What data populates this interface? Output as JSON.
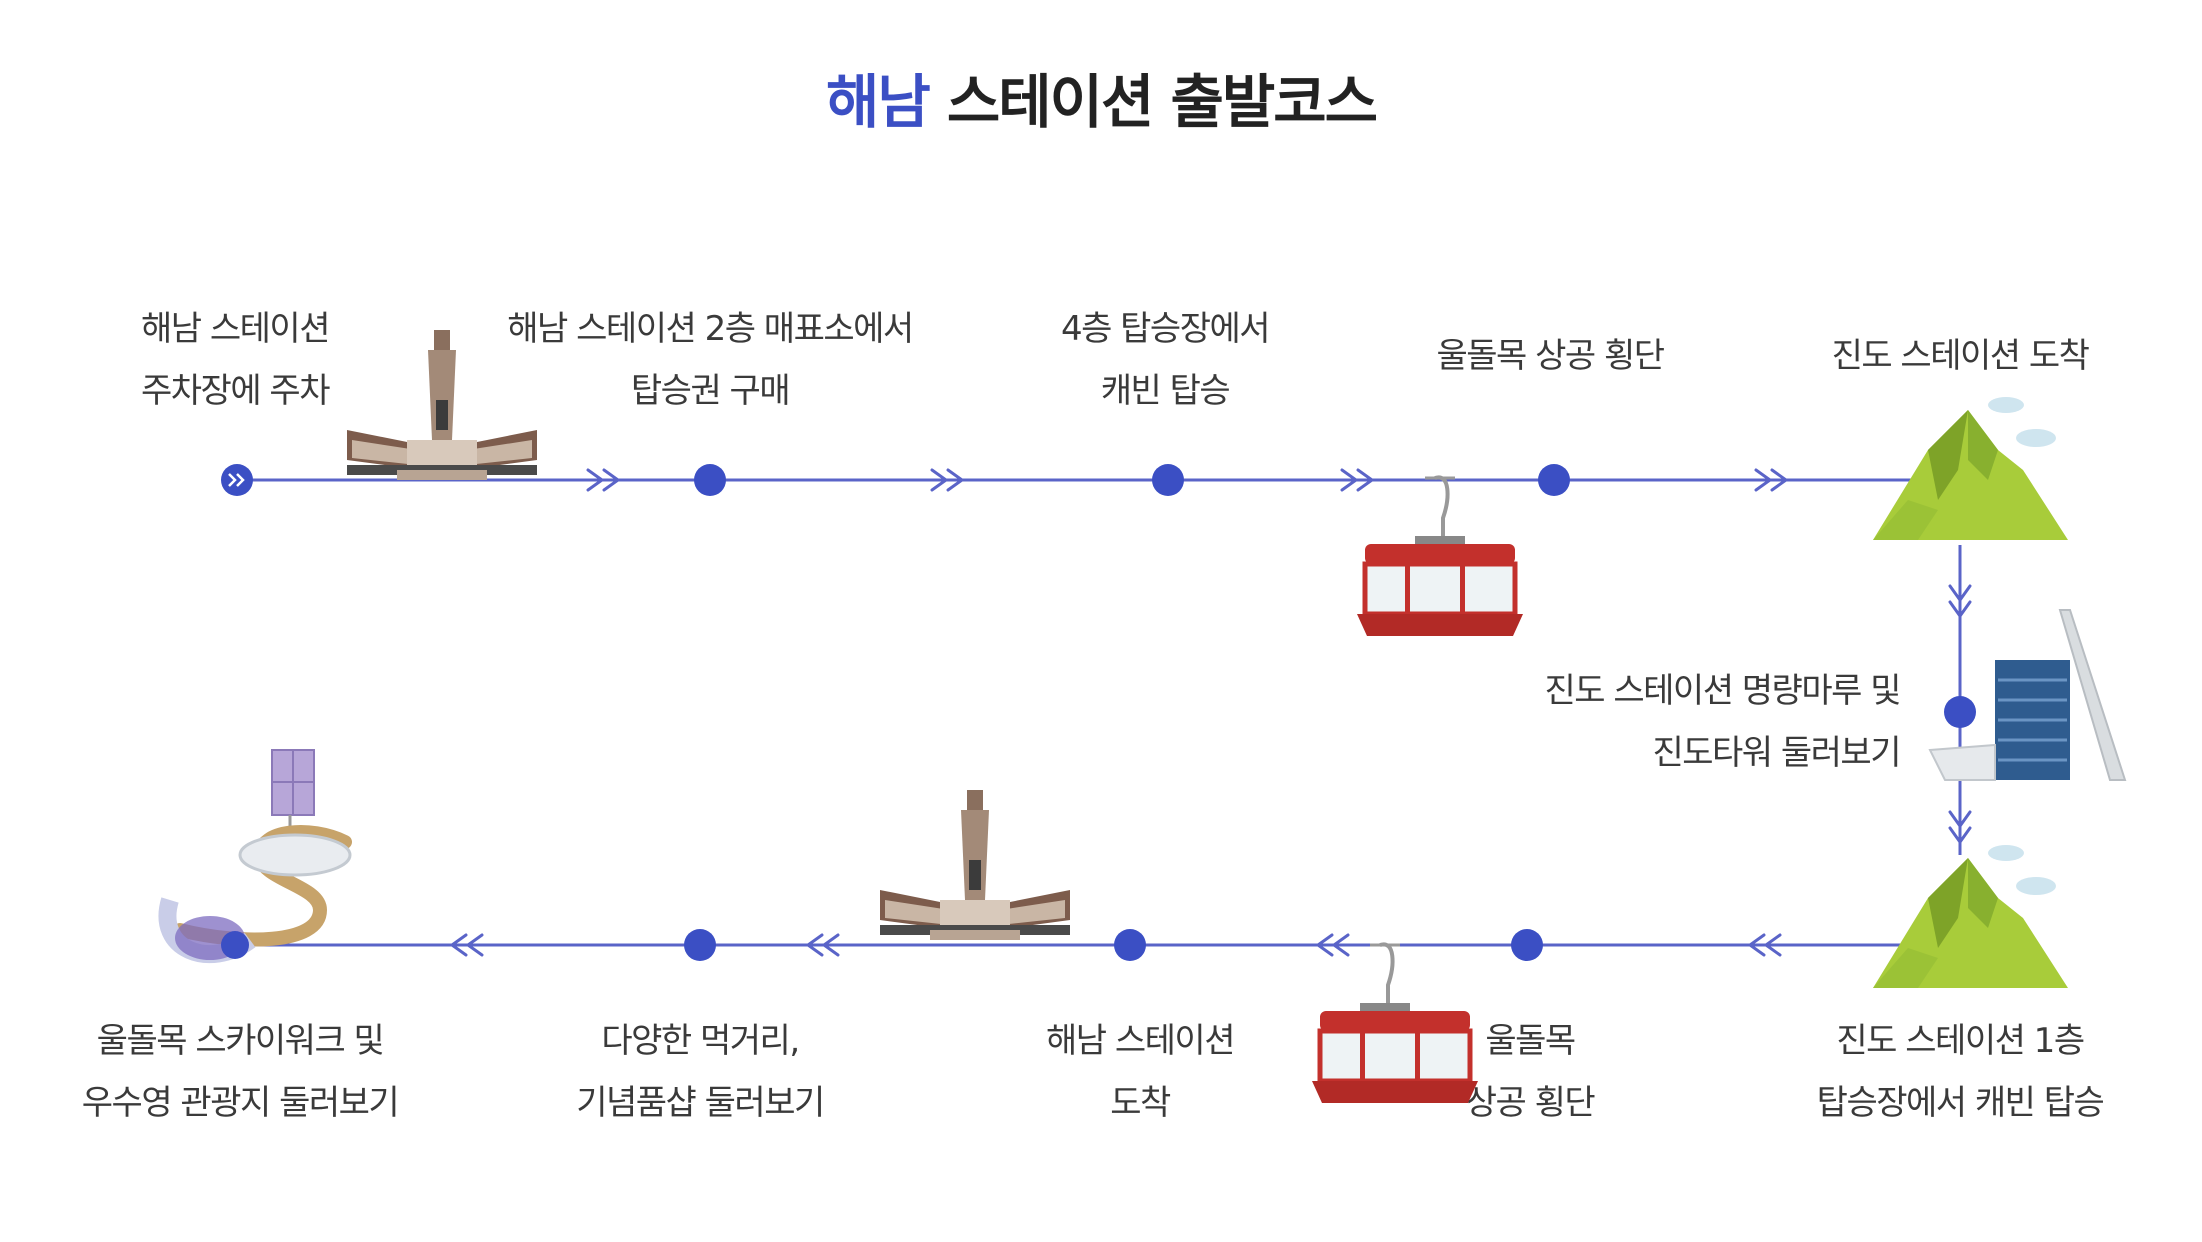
{
  "title": {
    "accent": "해남",
    "rest": " 스테이션 출발코스"
  },
  "steps_top": [
    {
      "line1": "해남 스테이션",
      "line2": "주차장에 주차"
    },
    {
      "line1": "해남 스테이션 2층 매표소에서",
      "line2": "탑승권 구매"
    },
    {
      "line1": "4층 탑승장에서",
      "line2": "캐빈 탑승"
    },
    {
      "line1": "울돌목 상공 횡단",
      "line2": ""
    },
    {
      "line1": "진도 스테이션 도착",
      "line2": ""
    }
  ],
  "step_side": {
    "line1": "진도 스테이션 명량마루 및",
    "line2": "진도타워 둘러보기"
  },
  "steps_bottom": [
    {
      "line1": "진도 스테이션 1층",
      "line2": "탑승장에서 캐빈 탑승"
    },
    {
      "line1": "울돌목",
      "line2": "상공 횡단"
    },
    {
      "line1": "해남 스테이션",
      "line2": "도착"
    },
    {
      "line1": "다양한 먹거리,",
      "line2": "기념품샵 둘러보기"
    },
    {
      "line1": "울돌목 스카이워크 및",
      "line2": "우수영 관광지 둘러보기"
    }
  ],
  "colors": {
    "accent": "#3b4fc4",
    "line": "#5a64c8",
    "text": "#3a3a3a"
  }
}
